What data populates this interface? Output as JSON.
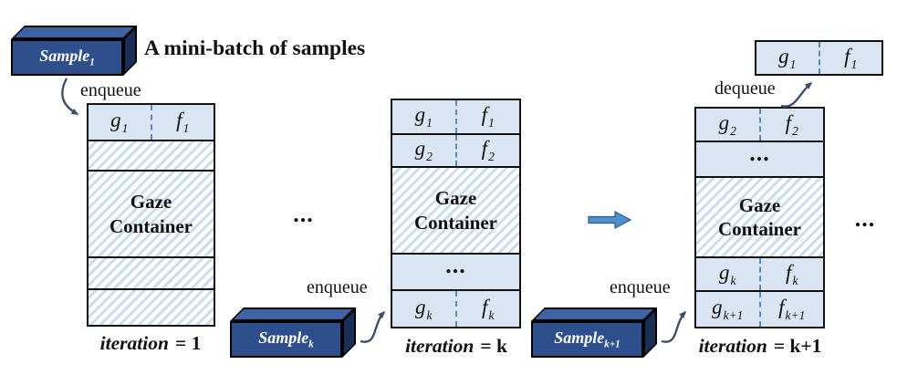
{
  "page": {
    "mini_batch_label": "A mini-batch of samples",
    "ellipsis": "..."
  },
  "labels": {
    "enqueue1": "enqueue",
    "enqueue2": "enqueue",
    "enqueue3": "enqueue",
    "dequeue": "dequeue"
  },
  "samples": [
    {
      "base": "Sample",
      "sub": "1"
    },
    {
      "base": "Sample",
      "sub": "k"
    },
    {
      "base": "Sample",
      "sub": "k+1"
    }
  ],
  "dequeued": {
    "g": {
      "b": "g",
      "s": "1"
    },
    "f": {
      "b": "f",
      "s": "1"
    }
  },
  "containers": [
    {
      "gaze_label": "Gaze Container",
      "iteration_word": "iteration",
      "iteration_value": "= 1",
      "rows": {
        "r1": {
          "g": {
            "b": "g",
            "s": "1"
          },
          "f": {
            "b": "f",
            "s": "1"
          }
        }
      }
    },
    {
      "gaze_label": "Gaze Container",
      "iteration_word": "iteration",
      "iteration_value": "= k",
      "rows": {
        "r1": {
          "g": {
            "b": "g",
            "s": "1"
          },
          "f": {
            "b": "f",
            "s": "1"
          }
        },
        "r2": {
          "g": {
            "b": "g",
            "s": "2"
          },
          "f": {
            "b": "f",
            "s": "2"
          }
        },
        "r5": {
          "g": {
            "b": "g",
            "s": "k"
          },
          "f": {
            "b": "f",
            "s": "k"
          }
        }
      }
    },
    {
      "gaze_label": "Gaze Container",
      "iteration_word": "iteration",
      "iteration_value": "= k+1",
      "rows": {
        "r1": {
          "g": {
            "b": "g",
            "s": "2"
          },
          "f": {
            "b": "f",
            "s": "2"
          }
        },
        "r4": {
          "g": {
            "b": "g",
            "s": "k"
          },
          "f": {
            "b": "f",
            "s": "k"
          }
        },
        "r5": {
          "g": {
            "b": "g",
            "s": "k+1"
          },
          "f": {
            "b": "f",
            "s": "k+1"
          }
        }
      }
    }
  ],
  "colors": {
    "entry_fill": "#d9e5f2",
    "hatch_stripe": "#cbdcee",
    "divider_dash": "#5d89b4",
    "sample_front": "#2e4e8c",
    "sample_top": "#3d63a3",
    "sample_side": "#1a2f55",
    "flow_arrow_fill": "#4e8fd0",
    "curve_arrow": "#3e5069",
    "border": "#111111"
  }
}
